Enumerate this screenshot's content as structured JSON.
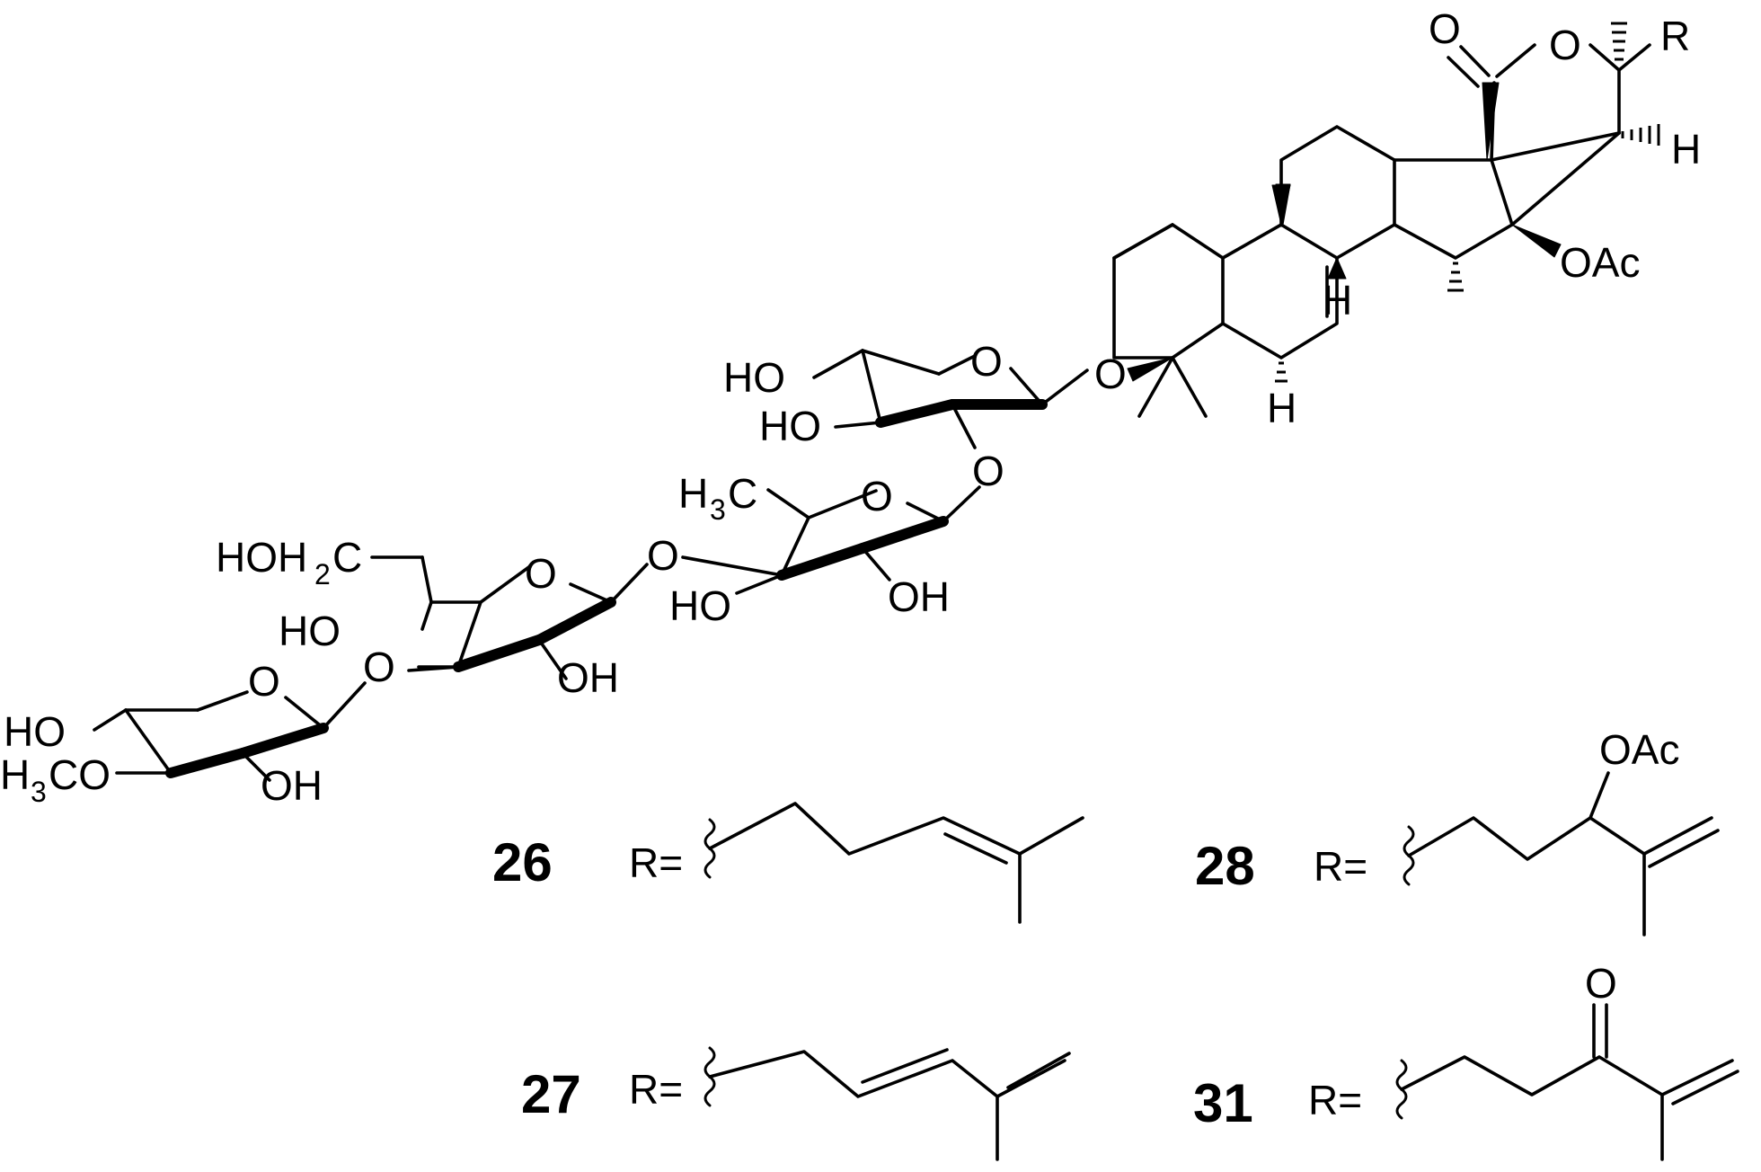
{
  "diagram": {
    "atom_labels": {
      "carbonyl_o": "O",
      "ring_o": "O",
      "r_group": "R",
      "h_c20": "H",
      "oac_c16": "OAc",
      "h_c9": "H",
      "h_c5": "H",
      "o_link": "O",
      "xyl_ring_o": "O",
      "xyl_ho4": "HO",
      "xyl_ho3": "HO",
      "xyl_o2": "O",
      "rha_ring_o": "O",
      "rha_ch3_h": "H",
      "rha_ch3_sub": "3",
      "rha_ch3_c": "C",
      "rha_ho": "HO",
      "rha_oh": "OH",
      "glc_link_o": "O",
      "glc_ring_o": "O",
      "glc_ch2oh_pre": "HOH",
      "glc_ch2oh_sub": "2",
      "glc_ch2oh_post": "C",
      "glc_ho4": "HO",
      "glc_o3": "O",
      "glc_oh2": "OH",
      "mx_ring_o": "O",
      "mx_ho": "HO",
      "mx_meo_h": "H",
      "mx_meo_sub": "3",
      "mx_meo_post": "CO",
      "mx_oh": "OH",
      "sc28_oac": "OAc",
      "sc31_o": "O"
    },
    "compounds": [
      {
        "number": "26",
        "r_label": "R="
      },
      {
        "number": "27",
        "r_label": "R="
      },
      {
        "number": "28",
        "r_label": "R="
      },
      {
        "number": "31",
        "r_label": "R="
      }
    ]
  }
}
